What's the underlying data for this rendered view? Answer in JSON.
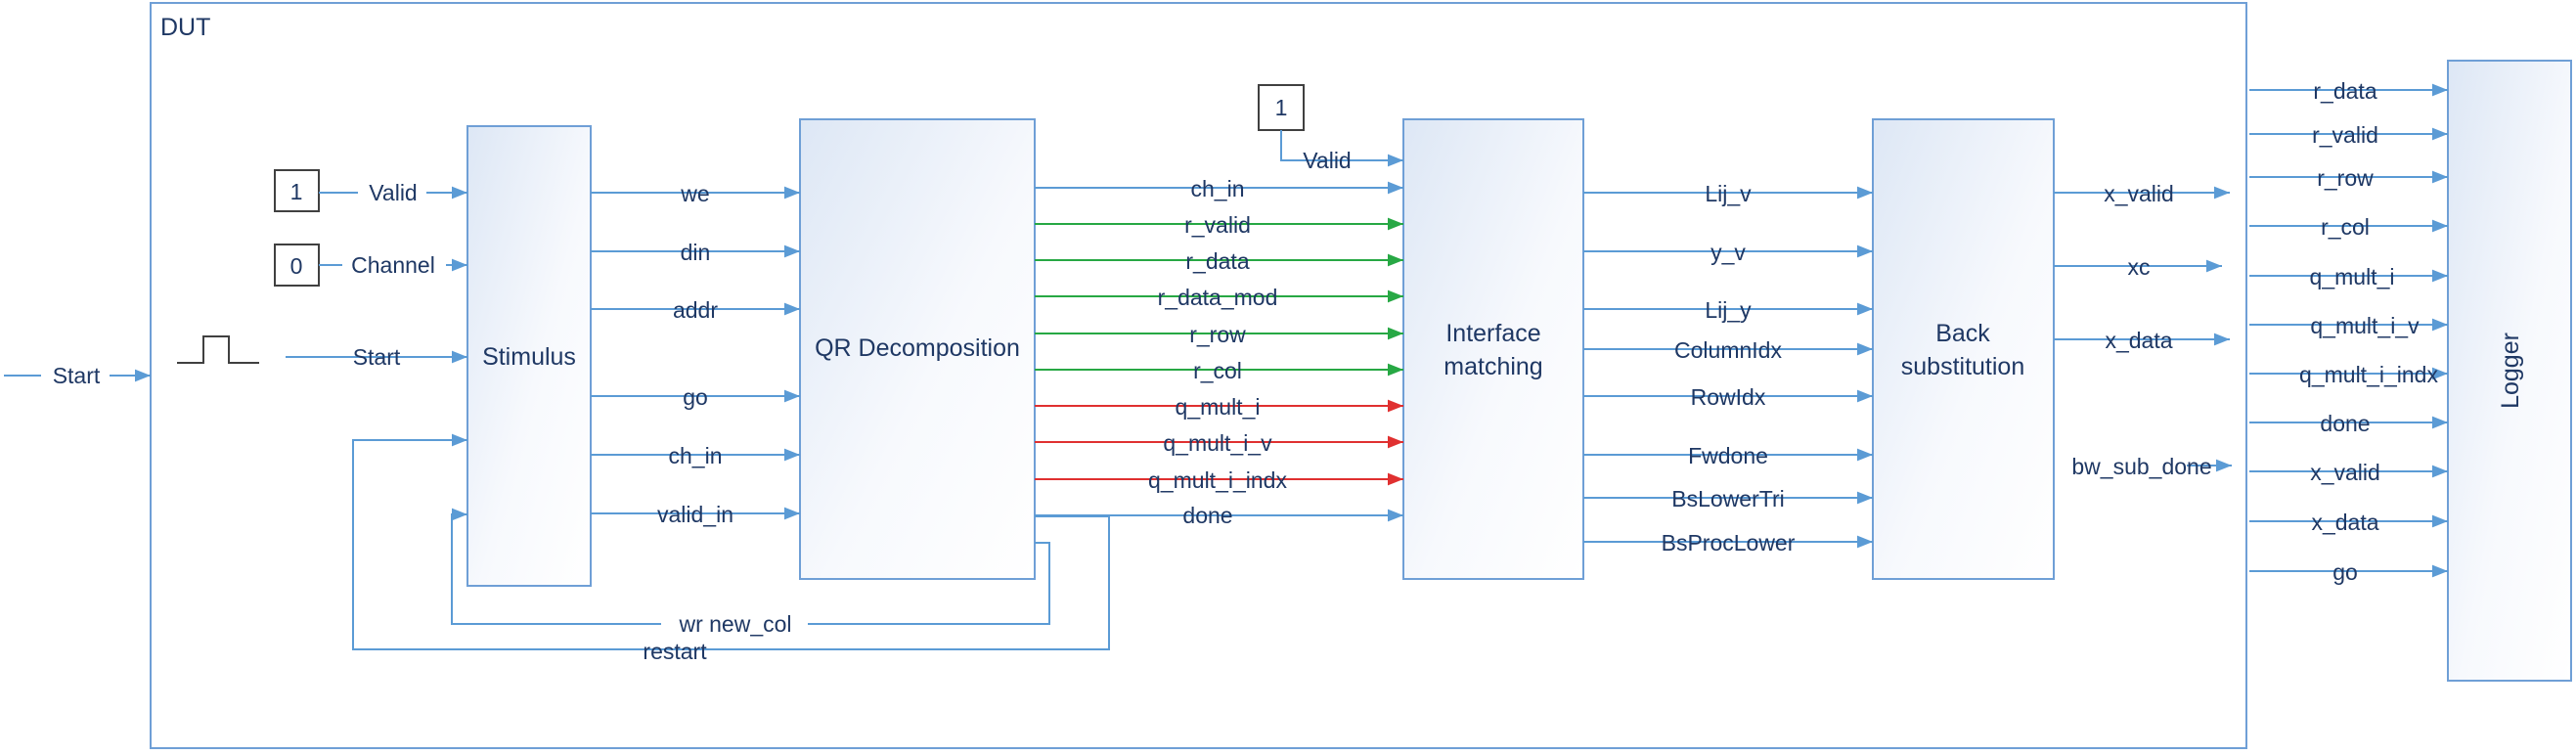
{
  "frame": {
    "title": "DUT"
  },
  "blocks": {
    "stimulus": "Stimulus",
    "qr": "QR Decomposition",
    "interface": [
      "Interface",
      "matching"
    ],
    "backsub": [
      "Back",
      "substitution"
    ],
    "logger": "Logger"
  },
  "inputs": {
    "start_external": "Start",
    "valid_const": "1",
    "valid_label": "Valid",
    "channel_const": "0",
    "channel_label": "Channel",
    "start_internal": "Start",
    "if_valid_const": "1",
    "if_valid_label": "Valid"
  },
  "stimulus_to_qr": [
    "we",
    "din",
    "addr",
    "go",
    "ch_in",
    "valid_in"
  ],
  "qr_to_interface": [
    {
      "name": "ch_in",
      "color": "blue"
    },
    {
      "name": "r_valid",
      "color": "green"
    },
    {
      "name": "r_data",
      "color": "green"
    },
    {
      "name": "r_data_mod",
      "color": "green"
    },
    {
      "name": "r_row",
      "color": "green"
    },
    {
      "name": "r_col",
      "color": "green"
    },
    {
      "name": "q_mult_i",
      "color": "red"
    },
    {
      "name": "q_mult_i_v",
      "color": "red"
    },
    {
      "name": "q_mult_i_indx",
      "color": "red"
    },
    {
      "name": "done",
      "color": "blue"
    }
  ],
  "feedback": {
    "wr_new_col": "wr  new_col",
    "restart": "restart"
  },
  "interface_to_backsub": [
    "Lij_v",
    "y_v",
    "Lij_y",
    "ColumnIdx",
    "RowIdx",
    "Fwdone",
    "BsLowerTri",
    "BsProcLower"
  ],
  "backsub_outputs": [
    "x_valid",
    "xc",
    "x_data",
    "bw_sub_done"
  ],
  "logger_inputs": [
    "r_data",
    "r_valid",
    "r_row",
    "r_col",
    "q_mult_i",
    "q_mult_i_v",
    "q_mult_i_indx",
    "done",
    "x_valid",
    "x_data",
    "go"
  ],
  "colors": {
    "wire": "#5b9bd5",
    "green": "#27a844",
    "red": "#e03030",
    "text": "#1f3864",
    "border": "#6f9fd6"
  }
}
